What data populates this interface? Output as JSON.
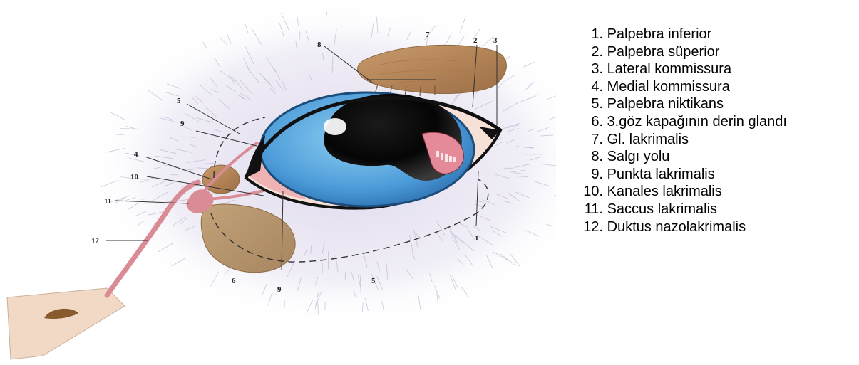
{
  "legend": [
    {
      "number": "1.",
      "label": "Palpebra inferior"
    },
    {
      "number": "2.",
      "label": "Palpebra süperior"
    },
    {
      "number": "3.",
      "label": "Lateral kommissura"
    },
    {
      "number": "4.",
      "label": "Medial kommissura"
    },
    {
      "number": "5.",
      "label": "Palpebra niktikans"
    },
    {
      "number": "6.",
      "label": "3.göz kapağının derin glandı"
    },
    {
      "number": "7.",
      "label": "Gl. lakrimalis"
    },
    {
      "number": "8.",
      "label": "Salgı yolu"
    },
    {
      "number": "9.",
      "label": "Punkta lakrimalis"
    },
    {
      "number": "10.",
      "label": "Kanales lakrimalis"
    },
    {
      "number": "11.",
      "label": "Saccus lakrimalis"
    },
    {
      "number": "12.",
      "label": "Duktus nazolakrimalis"
    }
  ],
  "callouts": {
    "c1": "1",
    "c2": "2",
    "c3": "3",
    "c4": "4",
    "c5a": "5",
    "c5b": "5",
    "c6": "6",
    "c7": "7",
    "c8": "8",
    "c9a": "9",
    "c9b": "9",
    "c10": "10",
    "c11": "11",
    "c12": "12"
  },
  "colors": {
    "iris": "#5aa6de",
    "pupil": "#0b0b0b",
    "gland": "#b98a5c",
    "duct": "#d98c96",
    "fur": "#c9c3dd"
  }
}
